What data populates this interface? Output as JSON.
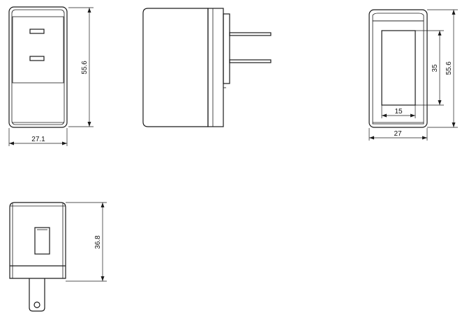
{
  "dimensions": {
    "front_width": "27.1",
    "front_height": "55.6",
    "back_width": "27",
    "back_height": "55.6",
    "label_width": "15",
    "label_height": "35",
    "bottom_height": "36.8"
  }
}
